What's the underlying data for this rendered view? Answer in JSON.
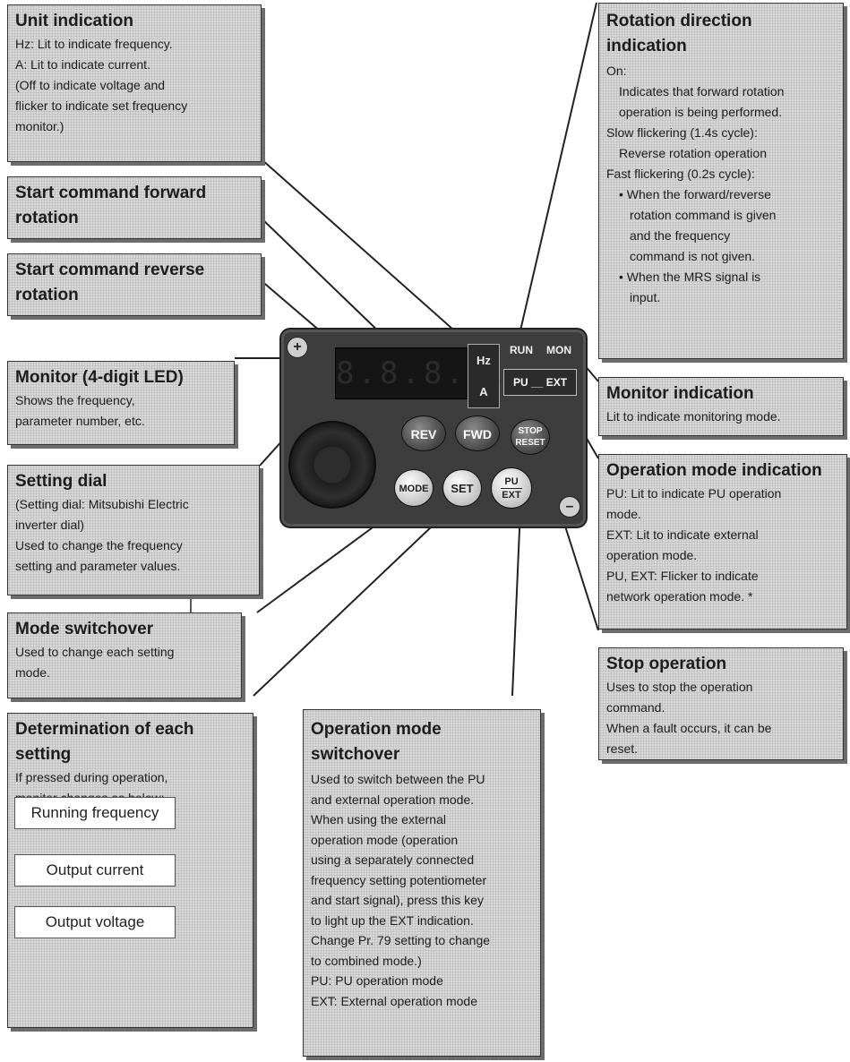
{
  "unit_indication": {
    "title": "Unit indication",
    "lines": [
      "Hz: Lit to indicate frequency.",
      "A: Lit to indicate current.",
      "(Off to indicate voltage and",
      "flicker to indicate set frequency",
      "monitor.)"
    ]
  },
  "start_forward": {
    "title_1": "Start command forward",
    "title_2": "rotation"
  },
  "start_reverse": {
    "title_1": "Start command reverse",
    "title_2": "rotation"
  },
  "monitor_led": {
    "title": "Monitor (4-digit LED)",
    "lines": [
      "Shows the frequency,",
      "parameter number, etc."
    ]
  },
  "setting_dial": {
    "title": "Setting dial",
    "lines": [
      "(Setting dial: Mitsubishi Electric",
      "inverter dial)",
      "Used to change the frequency",
      "setting and parameter values."
    ]
  },
  "mode_switchover": {
    "title": "Mode switchover",
    "lines": [
      "Used to change each setting",
      "mode."
    ]
  },
  "determination": {
    "title_1": "Determination of each",
    "title_2": "setting",
    "lines": [
      "If pressed during operation,",
      "monitor changes as below;"
    ],
    "flow": [
      "Running frequency",
      "Output current",
      "Output voltage"
    ]
  },
  "operation_mode_switchover": {
    "title_1": "Operation mode",
    "title_2": "switchover",
    "lines": [
      "Used to switch between the PU",
      "and external operation mode.",
      "When using the external",
      "operation mode (operation",
      "using a separately connected",
      "frequency setting potentiometer",
      "and start signal), press this key",
      "to light up the EXT indication.",
      "Change Pr. 79 setting to change",
      "to combined mode.)",
      "PU: PU operation mode",
      "EXT: External operation mode"
    ]
  },
  "rotation_direction": {
    "title_1": "Rotation direction",
    "title_2": "indication",
    "on_label": "On:",
    "on_1": "Indicates that forward rotation",
    "on_2": "operation is being performed.",
    "slow_label": "Slow flickering (1.4s cycle):",
    "slow_text": "Reverse rotation operation",
    "fast_label": "Fast flickering (0.2s cycle):",
    "bullet_1": [
      "• When the forward/reverse",
      "rotation command is given",
      "and the frequency",
      "command is not given."
    ],
    "bullet_2": [
      "• When the MRS signal is",
      "input."
    ]
  },
  "monitor_indication": {
    "title": "Monitor indication",
    "lines": [
      "Lit to indicate monitoring mode."
    ]
  },
  "operation_mode_indication": {
    "title": "Operation mode indication",
    "lines": [
      "PU: Lit to indicate PU operation",
      "mode.",
      "EXT: Lit to indicate external",
      "operation mode.",
      "PU, EXT: Flicker to indicate",
      "network operation mode. *"
    ]
  },
  "stop_operation": {
    "title": "Stop operation",
    "lines": [
      "Uses to stop the operation",
      "command.",
      "When a fault occurs, it can be",
      "reset."
    ]
  },
  "panel": {
    "led_text": "8.8.8.8.",
    "hz": "Hz",
    "a": "A",
    "run": "RUN",
    "mon": "MON",
    "pu": "PU",
    "ext": "EXT",
    "rev": "REV",
    "fwd": "FWD",
    "stop": "STOP",
    "reset": "RESET",
    "mode": "MODE",
    "set": "SET",
    "pu_ext_top": "PU",
    "pu_ext_bottom": "EXT"
  }
}
